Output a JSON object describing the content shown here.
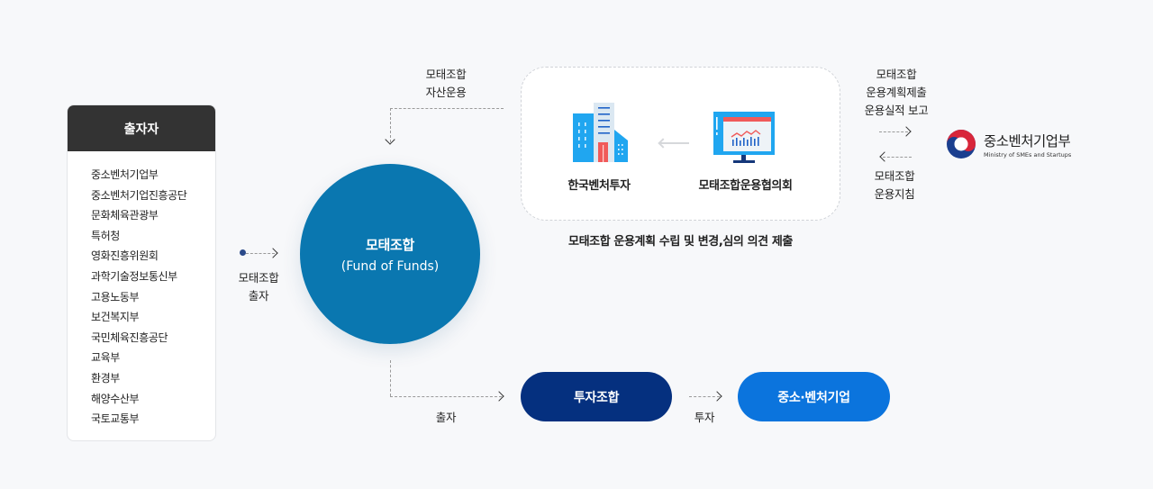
{
  "investors": {
    "title": "출자자",
    "items": [
      "중소벤처기업부",
      "중소벤처기업진흥공단",
      "문화체육관광부",
      "특허청",
      "영화진흥위원회",
      "과학기술정보통신부",
      "고용노동부",
      "보건복지부",
      "국민체육진흥공단",
      "교육부",
      "환경부",
      "해양수산부",
      "국토교통부"
    ]
  },
  "flow": {
    "investment_label_line1": "모태조합",
    "investment_label_line2": "출자",
    "asset_mgmt_line1": "모태조합",
    "asset_mgmt_line2": "자산운용",
    "contribution_label": "출자",
    "invest_label": "투자"
  },
  "fund_of_funds": {
    "title": "모태조합",
    "subtitle": "(Fund of Funds)"
  },
  "operating_group": {
    "org_left": "한국벤처투자",
    "org_right": "모태조합운용협의회",
    "caption": "모태조합 운용계획 수립 및 변경,심의 의견 제출"
  },
  "ministry_exchange": {
    "report_line1": "모태조합",
    "report_line2": "운용계획제출",
    "report_line3": "운용실적 보고",
    "guide_line1": "모태조합",
    "guide_line2": "운용지침"
  },
  "ministry": {
    "name": "중소벤처기업부",
    "name_en": "Ministry of SMEs and Startups"
  },
  "pills": {
    "investment_fund": "투자조합",
    "sme": "중소·벤처기업"
  },
  "colors": {
    "circle": "#0a77b0",
    "investment_fund": "#05307f",
    "sme": "#0b74dd",
    "investor_header": "#333333"
  }
}
